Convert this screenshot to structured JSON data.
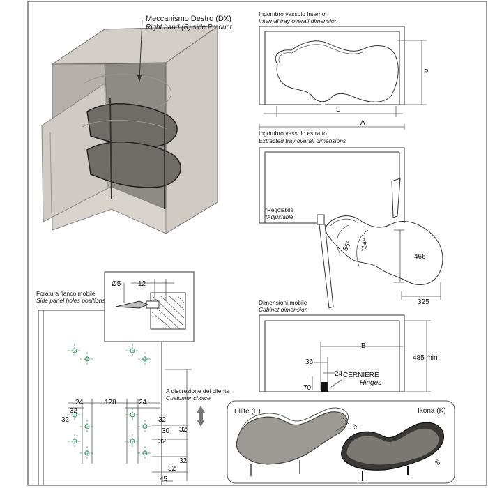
{
  "top_left": {
    "title": "Meccanismo Destro (DX)",
    "subtitle": "Right hand (R) side Product"
  },
  "internal": {
    "title": "Ingombro vassoio interno",
    "subtitle": "Internal tray overall dimension",
    "label_p": "P",
    "label_l": "L",
    "label_a": "A"
  },
  "extracted": {
    "title": "Ingombro vassoio estratto",
    "subtitle": "Extracted tray overall dimensions",
    "note": "*Regolabile",
    "note_en": "*Adjustable",
    "angle1": "85°",
    "angle2": "*14°",
    "dim_466": "466",
    "dim_325": "325"
  },
  "cabinet": {
    "title": "Dimensioni mobile",
    "subtitle": "Cabinet dimension",
    "label_b": "B",
    "dim_485": "485 min",
    "dim_36": "36",
    "dim_24": "24",
    "dim_70": "70",
    "hinges": "CERNIERE",
    "hinges_en": "Hinges"
  },
  "holes": {
    "title": "Foratura fianco mobile",
    "subtitle": "Side panel holes positions",
    "detail_d": "Ø5",
    "detail_12": "12",
    "customer": "A discrezione del cliente",
    "customer_en": "Customer choice",
    "d24a": "24",
    "d128": "128",
    "d24b": "24",
    "d32a": "32",
    "d32b": "32",
    "d32c": "32",
    "d30": "30",
    "d32d": "32",
    "d32e": "32",
    "d32f": "32",
    "d32g": "32",
    "d45": "45"
  },
  "products": {
    "ellite": "Ellite (E)",
    "ellite_dim": "75",
    "ikona": "Ikona (K)",
    "ikona_dim": "60"
  }
}
